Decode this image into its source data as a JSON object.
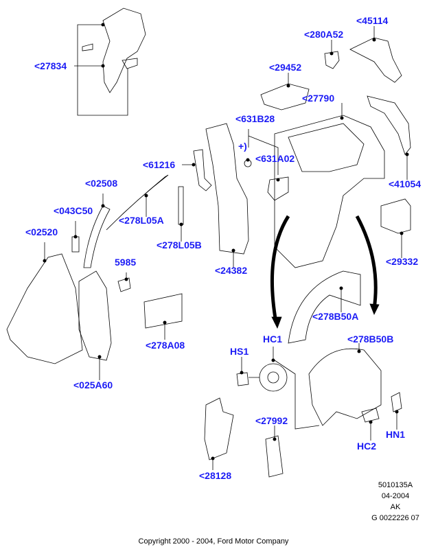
{
  "callouts": {
    "c27834": "<27834",
    "c280A52": "<280A52",
    "c45114": "<45114",
    "c29452": "<29452",
    "c27790": "<27790",
    "c631B28": "<631B28",
    "plus": "+)",
    "c631A02": "<631A02",
    "c61216": "<61216",
    "c02508": "<02508",
    "c41054": "<41054",
    "c043C50": "<043C50",
    "c278L05A": "<278L05A",
    "c02520": "<02520",
    "c278L05B": "<278L05B",
    "c29332": "<29332",
    "c5985": "5985",
    "c24382": "<24382",
    "c278B50A": "<278B50A",
    "c278A08": "<278A08",
    "HC1": "HC1",
    "c278B50B": "<278B50B",
    "HS1": "HS1",
    "c025A60": "<025A60",
    "c27992": "<27992",
    "HN1": "HN1",
    "HC2": "HC2",
    "c28128": "<28128"
  },
  "diagram_code": {
    "number": "5010135A",
    "date": "04-2004",
    "initials": "AK",
    "ref": "G 0022226 07"
  },
  "copyright": "Copyright 2000 - 2004, Ford Motor Company",
  "colors": {
    "callout": "#1b1bf5",
    "line": "#000000"
  }
}
